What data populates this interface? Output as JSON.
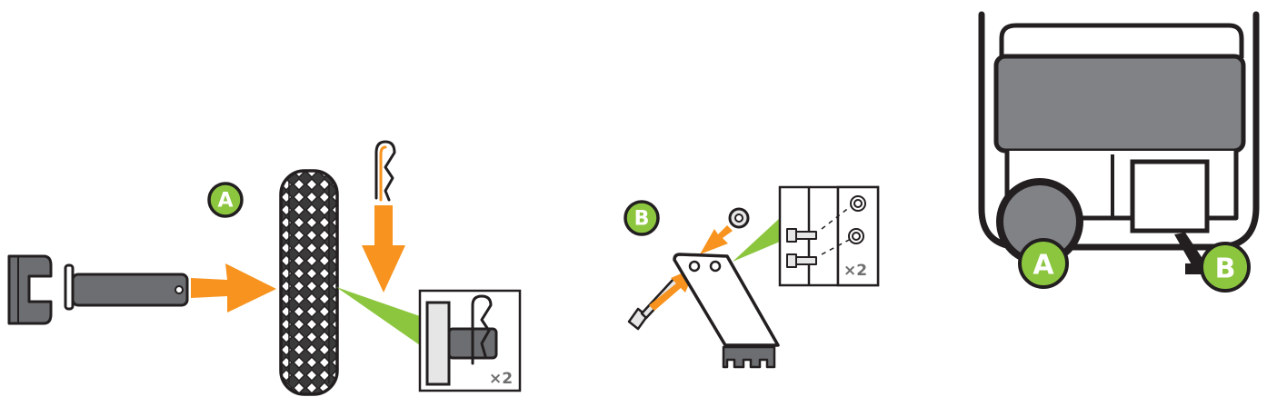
{
  "colors": {
    "orange": "#f7931e",
    "green": "#8cc63f",
    "dark_gray": "#6d6e71",
    "outline": "#231f20",
    "light_gray": "#e6e6e6",
    "mid_gray": "#8a8a8a"
  },
  "step_a": {
    "badge": "A",
    "quantity": "×2"
  },
  "step_b": {
    "badge": "B",
    "quantity": "×2"
  },
  "overview": {
    "badge_a": "A",
    "badge_b": "B"
  }
}
